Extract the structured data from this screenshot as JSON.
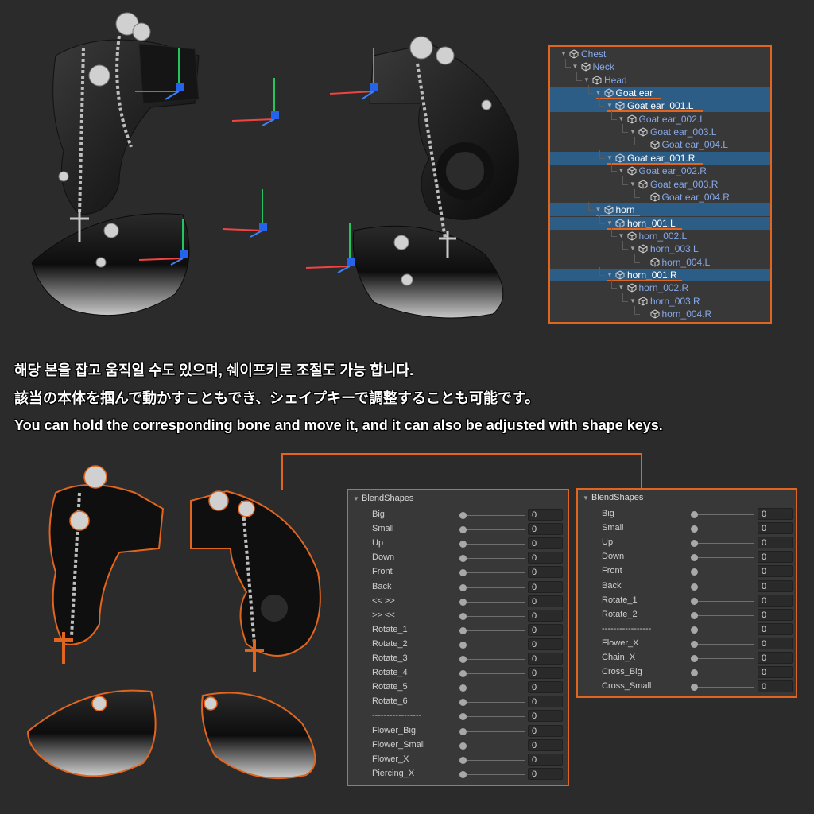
{
  "hierarchy": {
    "items": [
      {
        "label": "Chest",
        "depth": 0,
        "selected": false
      },
      {
        "label": "Neck",
        "depth": 1,
        "selected": false
      },
      {
        "label": "Head",
        "depth": 2,
        "selected": false
      },
      {
        "label": "Goat ear",
        "depth": 3,
        "selected": true
      },
      {
        "label": "Goat ear_001.L",
        "depth": 4,
        "selected": true
      },
      {
        "label": "Goat ear_002.L",
        "depth": 5,
        "selected": false
      },
      {
        "label": "Goat ear_003.L",
        "depth": 6,
        "selected": false
      },
      {
        "label": "Goat ear_004.L",
        "depth": 7,
        "selected": false
      },
      {
        "label": "Goat ear_001.R",
        "depth": 4,
        "selected": true
      },
      {
        "label": "Goat ear_002.R",
        "depth": 5,
        "selected": false
      },
      {
        "label": "Goat ear_003.R",
        "depth": 6,
        "selected": false
      },
      {
        "label": "Goat ear_004.R",
        "depth": 7,
        "selected": false
      },
      {
        "label": "horn",
        "depth": 3,
        "selected": true
      },
      {
        "label": "horn_001.L",
        "depth": 4,
        "selected": true
      },
      {
        "label": "horn_002.L",
        "depth": 5,
        "selected": false
      },
      {
        "label": "horn_003.L",
        "depth": 6,
        "selected": false
      },
      {
        "label": "horn_004.L",
        "depth": 7,
        "selected": false
      },
      {
        "label": "horn_001.R",
        "depth": 4,
        "selected": true
      },
      {
        "label": "horn_002.R",
        "depth": 5,
        "selected": false
      },
      {
        "label": "horn_003.R",
        "depth": 6,
        "selected": false
      },
      {
        "label": "horn_004.R",
        "depth": 7,
        "selected": false
      }
    ]
  },
  "captions": {
    "korean": "해당 본을 잡고 움직일 수도 있으며, 쉐이프키로 조절도 가능 합니다.",
    "japanese": "該当の本体を掴んで動かすこともでき、シェイプキーで調整することも可能です。",
    "english": "You can hold the corresponding bone and move it, and it can also be adjusted with shape keys."
  },
  "blendshapes_left": {
    "title": "BlendShapes",
    "rows": [
      {
        "label": "Big",
        "value": "0"
      },
      {
        "label": "Small",
        "value": "0"
      },
      {
        "label": "Up",
        "value": "0"
      },
      {
        "label": "Down",
        "value": "0"
      },
      {
        "label": "Front",
        "value": "0"
      },
      {
        "label": "Back",
        "value": "0"
      },
      {
        "label": "<< >>",
        "value": "0"
      },
      {
        "label": ">> <<",
        "value": "0"
      },
      {
        "label": "Rotate_1",
        "value": "0"
      },
      {
        "label": "Rotate_2",
        "value": "0"
      },
      {
        "label": "Rotate_3",
        "value": "0"
      },
      {
        "label": "Rotate_4",
        "value": "0"
      },
      {
        "label": "Rotate_5",
        "value": "0"
      },
      {
        "label": "Rotate_6",
        "value": "0"
      },
      {
        "label": "-----------------",
        "value": "0"
      },
      {
        "label": "Flower_Big",
        "value": "0"
      },
      {
        "label": "Flower_Small",
        "value": "0"
      },
      {
        "label": "Flower_X",
        "value": "0"
      },
      {
        "label": "Piercing_X",
        "value": "0"
      }
    ]
  },
  "blendshapes_right": {
    "title": "BlendShapes",
    "rows": [
      {
        "label": "Big",
        "value": "0"
      },
      {
        "label": "Small",
        "value": "0"
      },
      {
        "label": "Up",
        "value": "0"
      },
      {
        "label": "Down",
        "value": "0"
      },
      {
        "label": "Front",
        "value": "0"
      },
      {
        "label": "Back",
        "value": "0"
      },
      {
        "label": "Rotate_1",
        "value": "0"
      },
      {
        "label": "Rotate_2",
        "value": "0"
      },
      {
        "label": "-----------------",
        "value": "0"
      },
      {
        "label": "Flower_X",
        "value": "0"
      },
      {
        "label": "Chain_X",
        "value": "0"
      },
      {
        "label": "Cross_Big",
        "value": "0"
      },
      {
        "label": "Cross_Small",
        "value": "0"
      }
    ]
  },
  "colors": {
    "accent": "#e0651e",
    "selection": "#2c5d87",
    "background": "#2b2b2b",
    "panel": "#383838"
  }
}
